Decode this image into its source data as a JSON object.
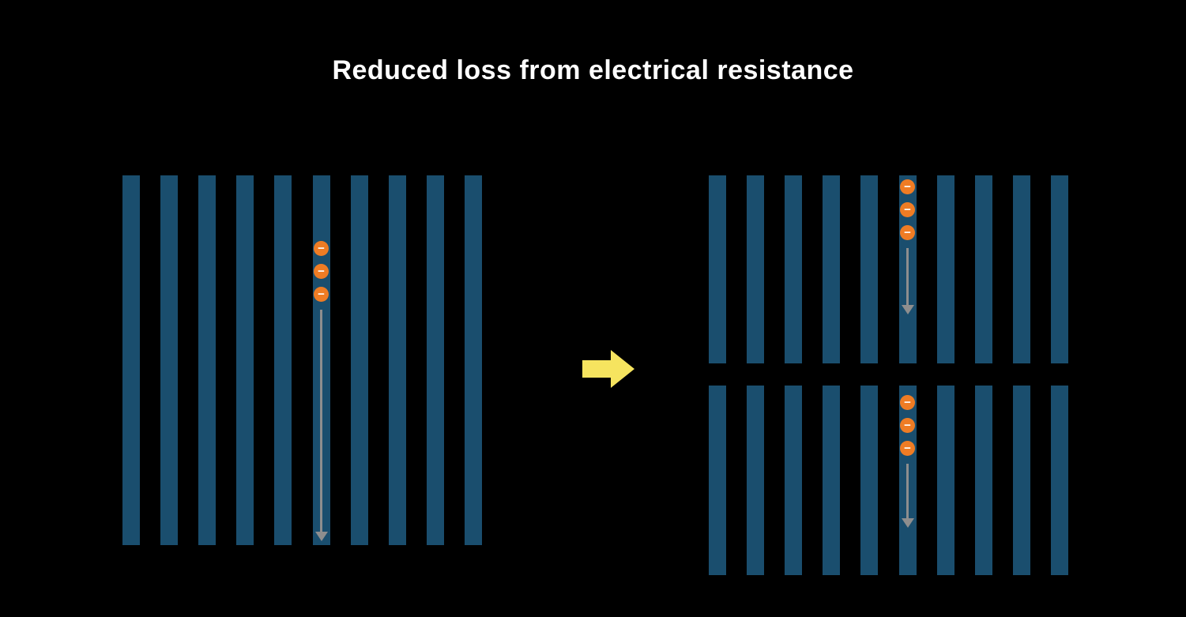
{
  "title": "Reduced loss from electrical resistance",
  "electron_symbol": "−",
  "colors": {
    "background": "#000000",
    "title_text": "#ffffff",
    "bar": "#1a4e6e",
    "electron_fill": "#ef7c24",
    "electron_symbol_color": "#ffffff",
    "flow_arrow": "#8e8e8e",
    "transform_arrow": "#f6e45f"
  },
  "diagram": {
    "left_panel": {
      "description": "single tall electrode stack",
      "bar_count": 10,
      "electron_bar_index": 5,
      "electron_count": 3
    },
    "right_panel": {
      "description": "two stacked half-height electrode stacks",
      "groups": [
        {
          "bar_count": 10,
          "electron_bar_index": 5,
          "electron_count": 3
        },
        {
          "bar_count": 10,
          "electron_bar_index": 5,
          "electron_count": 3
        }
      ]
    }
  }
}
